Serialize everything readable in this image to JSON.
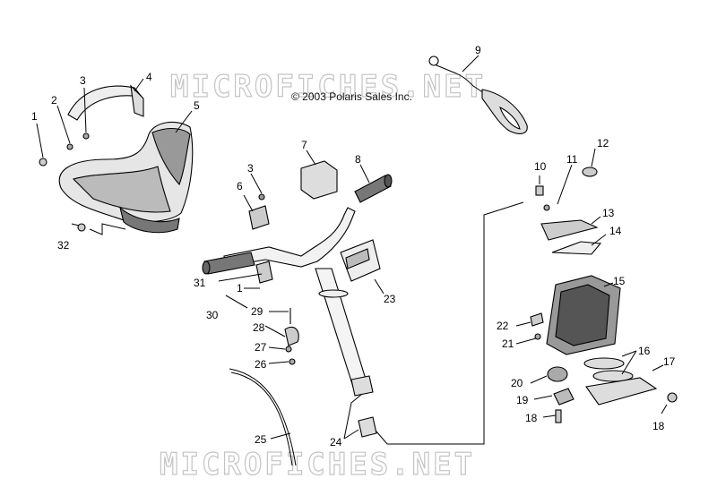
{
  "copyright": "© 2003 Polaris Sales Inc.",
  "watermark": "MICROFICHES.NET",
  "callouts": [
    "1",
    "2",
    "3",
    "4",
    "5",
    "32",
    "3",
    "6",
    "7",
    "8",
    "9",
    "10",
    "11",
    "12",
    "13",
    "14",
    "15",
    "22",
    "21",
    "20",
    "19",
    "18",
    "16",
    "17",
    "18",
    "31",
    "1",
    "30",
    "29",
    "28",
    "27",
    "26",
    "25",
    "24",
    "23"
  ]
}
